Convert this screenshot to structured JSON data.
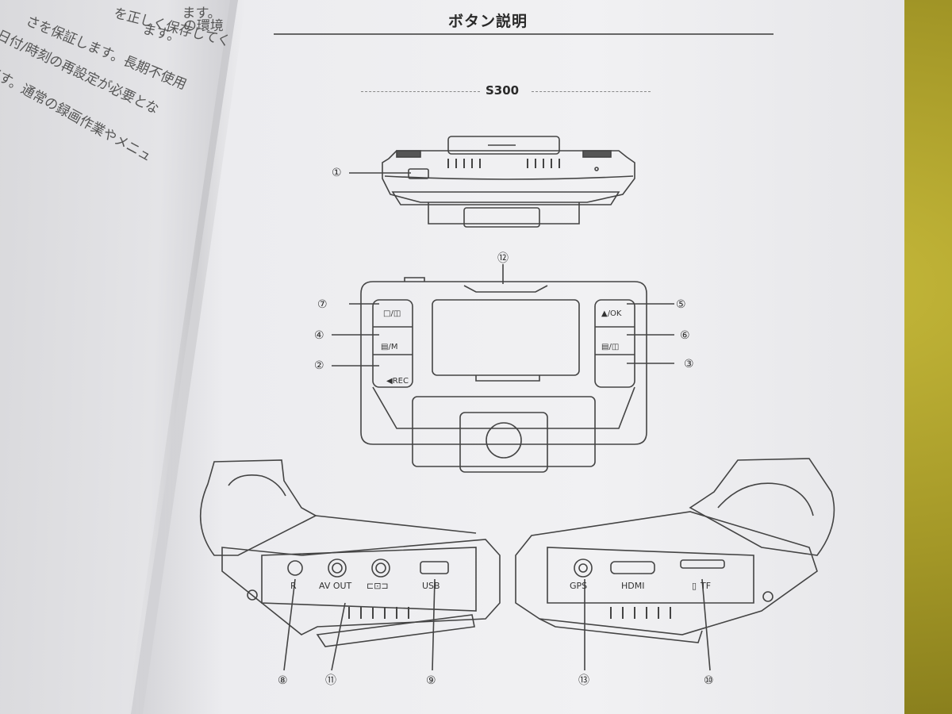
{
  "left_page": {
    "lines": [
      "ます。",
      "の環境",
      "を正しく保存してく",
      "ます。",
      "さを保証します。長期不使用",
      "日付/時刻の再設定が必要とな",
      "です。通常の録画作業やメニュ"
    ]
  },
  "right_page": {
    "title": "ボタン説明",
    "model": "S300"
  },
  "callouts": {
    "c1": "①",
    "c2": "②",
    "c3": "③",
    "c4": "④",
    "c5": "⑤",
    "c6": "⑥",
    "c7": "⑦",
    "c8": "⑧",
    "c9": "⑨",
    "c10": "⑩",
    "c11": "⑪",
    "c12": "⑫",
    "c13": "⑬"
  },
  "button_labels": {
    "ok": "▲/OK",
    "rec": "◀REC"
  },
  "port_labels": {
    "r": "R",
    "av_out": "AV OUT",
    "power": "",
    "usb": "USB",
    "gps": "GPS",
    "hdmi": "HDMI",
    "tf": "TF"
  }
}
